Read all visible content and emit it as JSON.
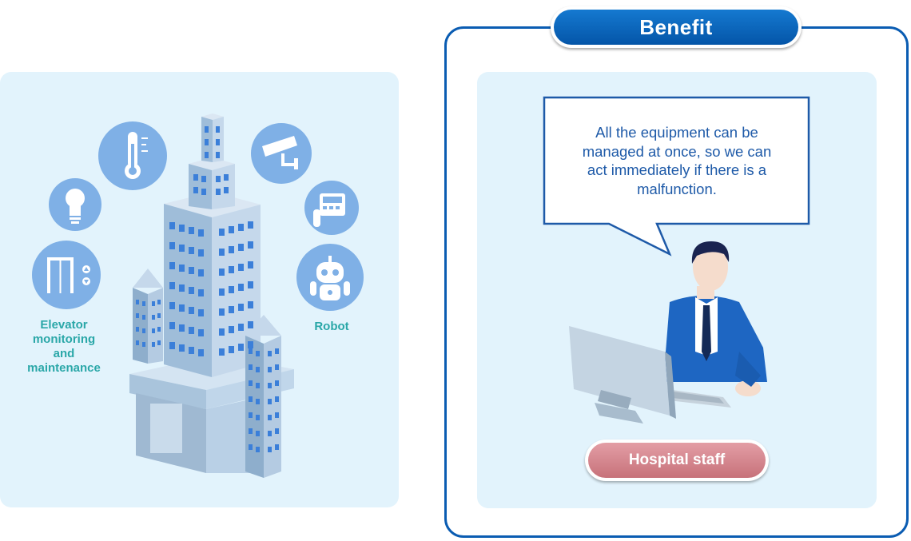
{
  "left": {
    "elevator_label_lines": [
      "Elevator",
      "monitoring",
      "and",
      "maintenance"
    ],
    "robot_label": "Robot",
    "icons": [
      "light-bulb-icon",
      "thermometer-icon",
      "security-camera-icon",
      "access-panel-icon",
      "robot-icon",
      "elevator-icon"
    ]
  },
  "benefit": {
    "title": "Benefit",
    "speech_lines": [
      "All the equipment can be",
      "managed at once, so we can",
      "act immediately if there is a",
      "malfunction."
    ],
    "role_label": "Hospital staff"
  },
  "colors": {
    "accent_blue": "#0a5cb2",
    "panel_bg": "#e2f3fc",
    "icon_circle": "#7fb0e6",
    "label_teal": "#2aa7a8",
    "role_pink": "#d48890"
  }
}
